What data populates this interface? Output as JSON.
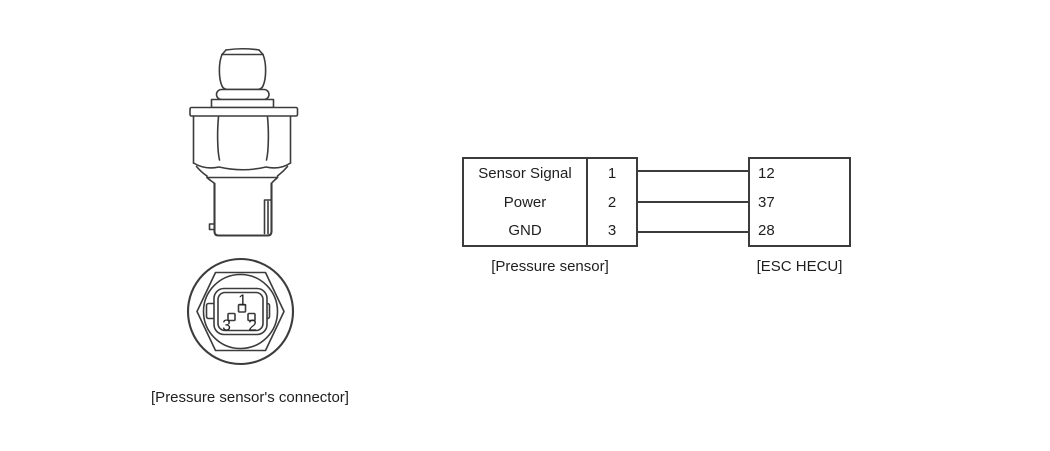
{
  "figure": {
    "wiring": {
      "sensor_box_label": "[Pressure sensor]",
      "hecu_box_label": "[ESC HECU]",
      "rows": [
        {
          "signal": "Sensor Signal",
          "sensor_pin": "1",
          "hecu_pin": "12"
        },
        {
          "signal": "Power",
          "sensor_pin": "2",
          "hecu_pin": "37"
        },
        {
          "signal": "GND",
          "sensor_pin": "3",
          "hecu_pin": "28"
        }
      ]
    },
    "connector": {
      "label": "[Pressure sensor's connector]",
      "pin_top": "1",
      "pin_bottom_left": "3",
      "pin_bottom_right": "2"
    },
    "colors": {
      "line": "#3c3c3c",
      "text": "#1f1f1f",
      "background": "#ffffff"
    }
  }
}
